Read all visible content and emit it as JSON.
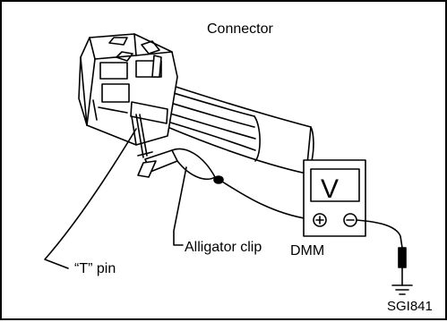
{
  "labels": {
    "connector": "Connector",
    "alligator_clip": "Alligator clip",
    "t_pin": "“T” pin",
    "dmm": "DMM",
    "meter_display": "V",
    "figure_code": "SGI841"
  },
  "icons": {
    "positive_terminal": "plus-terminal-icon",
    "negative_terminal": "minus-terminal-icon",
    "ground": "ground-symbol-icon"
  }
}
